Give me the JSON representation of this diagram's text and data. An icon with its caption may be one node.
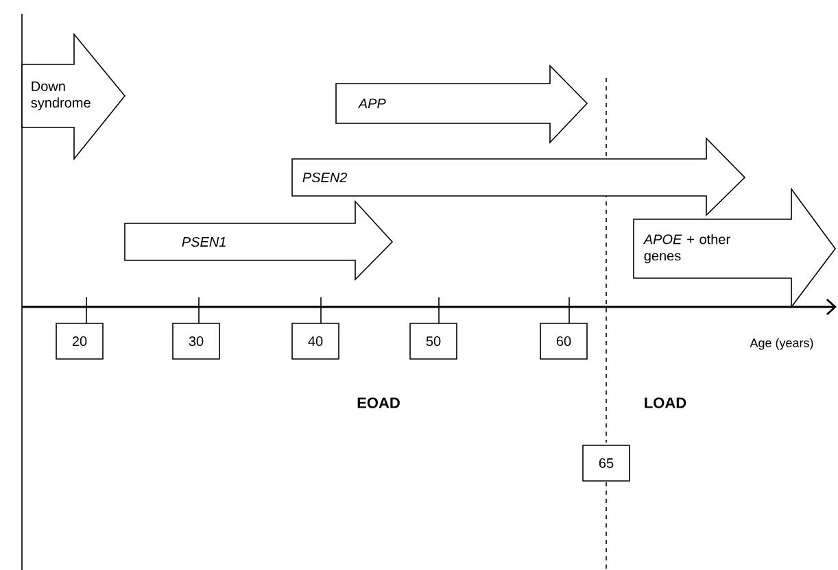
{
  "diagram": {
    "nodes": [
      {
        "text": [
          "Down syndrome"
        ]
      },
      {
        "text": [
          "APP"
        ]
      },
      {
        "text": [
          "PSEN2"
        ]
      },
      {
        "text": [
          "PSEN1"
        ]
      },
      {
        "text": [
          "*APOE* + other genes"
        ]
      },
      {
        "text": [
          "20"
        ]
      },
      {
        "text": [
          "30"
        ]
      },
      {
        "text": [
          "40"
        ]
      },
      {
        "text": [
          "50"
        ]
      },
      {
        "text": [
          "60"
        ]
      },
      {
        "text": [
          "65"
        ]
      }
    ],
    "labels": [
      "Age (years)",
      "EOAD",
      "LOAD"
    ]
  }
}
